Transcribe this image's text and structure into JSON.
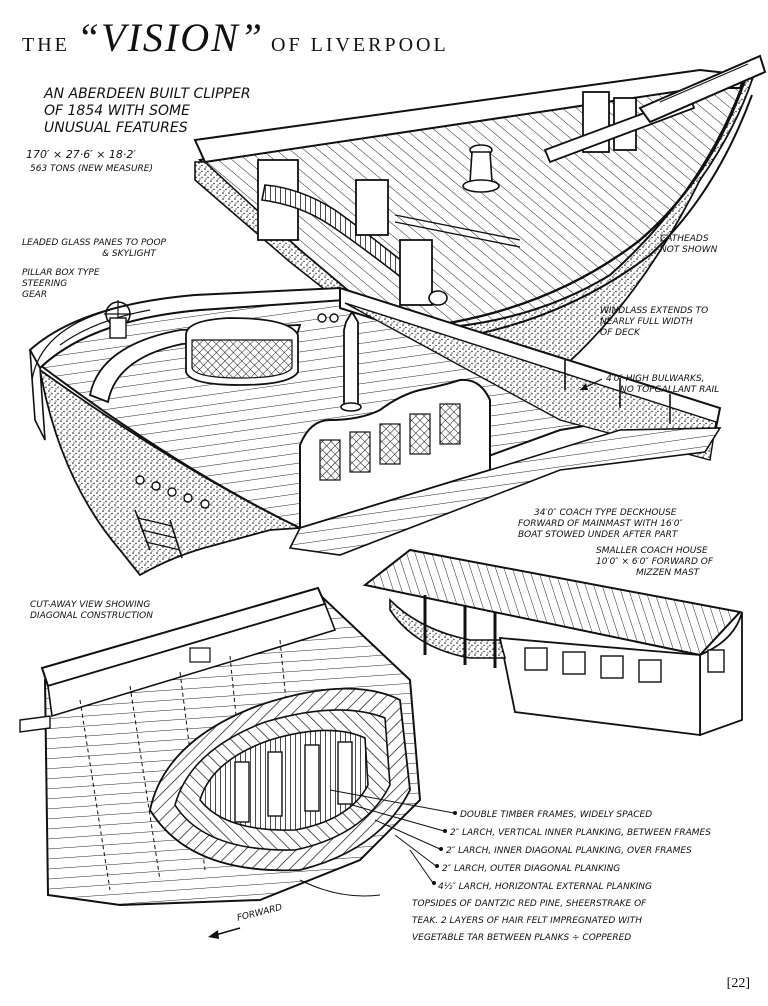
{
  "title": {
    "pre": "THE",
    "main": "“VISION”",
    "post": "OF LIVERPOOL"
  },
  "intro": {
    "lines": [
      "AN ABERDEEN BUILT CLIPPER",
      "OF 1854 WITH SOME",
      "UNUSUAL FEATURES"
    ],
    "dimensions": "170′ × 27·6′ × 18·2′",
    "tonnage": "563 TONS (NEW MEASURE)"
  },
  "notes": {
    "leaded": [
      "LEADED GLASS PANES TO POOP",
      "& SKYLIGHT"
    ],
    "steering": [
      "PILLAR BOX TYPE",
      "STEERING",
      "GEAR"
    ],
    "catheads": [
      "CATHEADS",
      "NOT SHOWN"
    ],
    "windlass": [
      "WINDLASS EXTENDS TO",
      "NEARLY FULL WIDTH",
      "OF DECK"
    ],
    "bulwarks": [
      "4′0″ HIGH BULWARKS,",
      "NO TOPGALLANT RAIL"
    ],
    "deckhouse": [
      "34′0″ COACH TYPE DECKHOUSE",
      "FORWARD OF MAINMAST WITH 16′0″",
      "BOAT STOWED UNDER AFTER PART"
    ],
    "coach": [
      "SMALLER COACH HOUSE",
      "10′0″ × 6′0″ FORWARD OF",
      "MIZZEN MAST"
    ],
    "cutaway": [
      "CUT-AWAY VIEW SHOWING",
      "DIAGONAL CONSTRUCTION"
    ],
    "forward": "FORWARD"
  },
  "construction": [
    "DOUBLE TIMBER FRAMES, WIDELY SPACED",
    "2″ LARCH, VERTICAL INNER PLANKING, BETWEEN FRAMES",
    "2″ LARCH, INNER DIAGONAL PLANKING, OVER FRAMES",
    "2″ LARCH, OUTER DIAGONAL PLANKING",
    "4½″ LARCH, HORIZONTAL EXTERNAL PLANKING"
  ],
  "topsides": [
    "TOPSIDES OF DANTZIC RED PINE, SHEERSTRAKE OF",
    "TEAK.  2 LAYERS OF HAIR FELT IMPREGNATED WITH",
    "VEGETABLE TAR BETWEEN PLANKS ÷ COPPERED"
  ],
  "page_number": "[22]"
}
